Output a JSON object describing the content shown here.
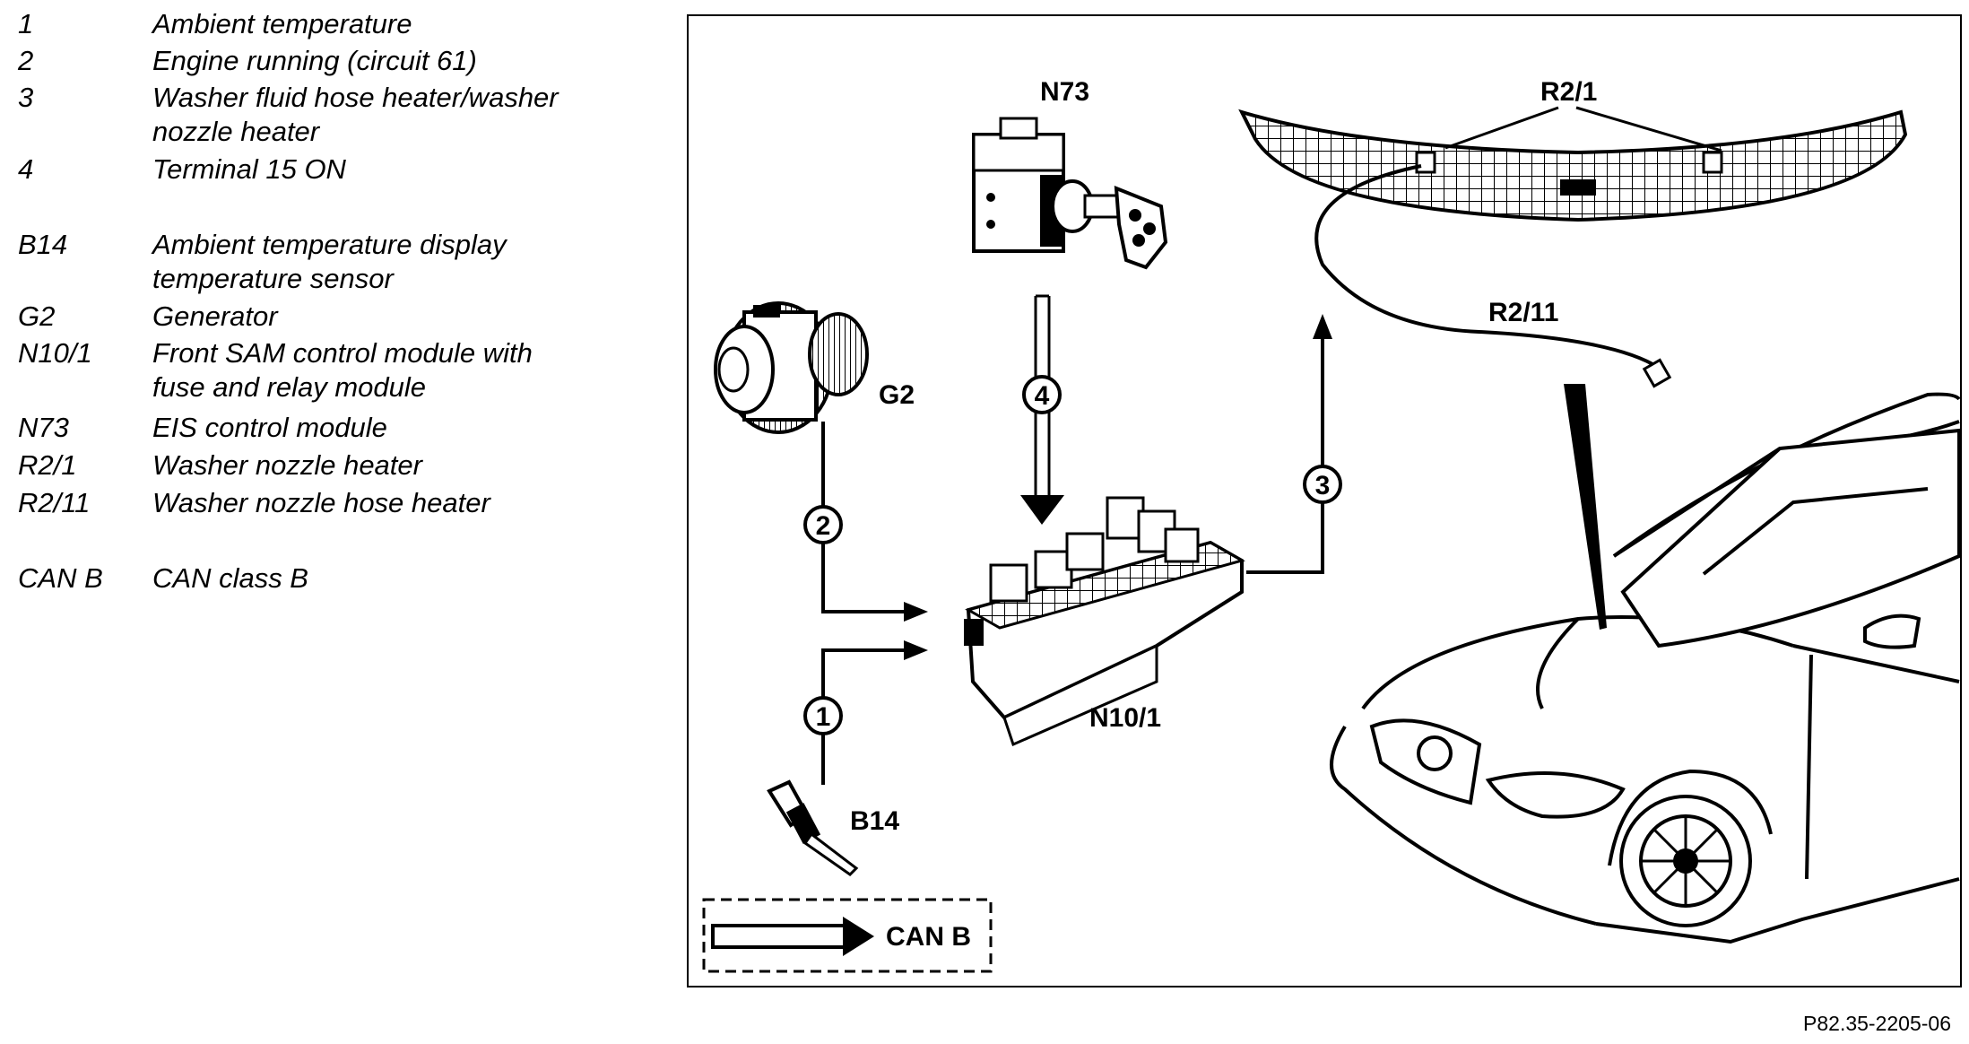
{
  "legend": [
    {
      "code": "1",
      "desc": "Ambient temperature"
    },
    {
      "code": "2",
      "desc": "Engine running (circuit 61)"
    },
    {
      "code": "3",
      "desc": "Washer fluid hose heater/washer\nnozzle heater"
    },
    {
      "code": "4",
      "desc": "Terminal 15 ON"
    },
    {
      "code": "B14",
      "desc": "Ambient temperature display\ntemperature sensor"
    },
    {
      "code": "G2",
      "desc": "Generator"
    },
    {
      "code": "N10/1",
      "desc": "Front SAM control module with\nfuse and relay module"
    },
    {
      "code": "N73",
      "desc": "EIS control module"
    },
    {
      "code": "R2/1",
      "desc": "Washer nozzle heater"
    },
    {
      "code": "R2/11",
      "desc": "Washer nozzle hose heater"
    },
    {
      "code": "CAN B",
      "desc": "CAN class B"
    }
  ],
  "diagram": {
    "labels": {
      "n73": "N73",
      "r21": "R2/1",
      "r211": "R2/11",
      "g2": "G2",
      "n101": "N10/1",
      "b14": "B14",
      "can_b": "CAN B"
    },
    "circuit_numbers": {
      "c1": "1",
      "c2": "2",
      "c3": "3",
      "c4": "4"
    }
  },
  "footer": {
    "reference": "P82.35-2205-06"
  }
}
